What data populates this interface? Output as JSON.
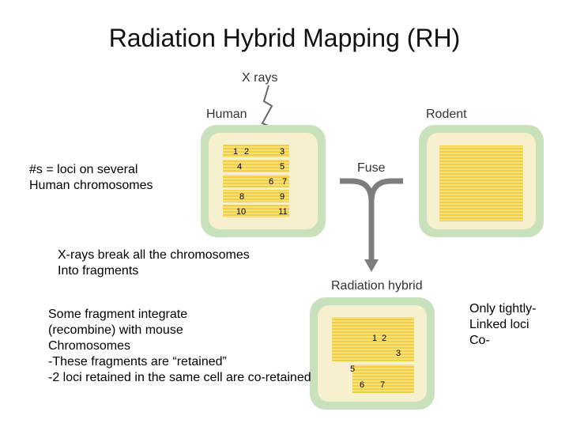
{
  "title": "Radiation Hybrid Mapping (RH)",
  "diagram": {
    "xrays_label": "X rays",
    "human_label": "Human",
    "rodent_label": "Rodent",
    "fuse_label": "Fuse",
    "radiation_hybrid_label": "Radiation hybrid",
    "human_loci": {
      "row1": [
        "1",
        "2",
        "3"
      ],
      "row2": [
        "4",
        "5"
      ],
      "row3": [
        "6",
        "7"
      ],
      "row4": [
        "8",
        "9"
      ],
      "row5": [
        "10",
        "11"
      ]
    },
    "hybrid_loci": [
      "1",
      "2",
      "3",
      "5",
      "6",
      "7"
    ]
  },
  "notes": {
    "loci": [
      "#s = loci on several",
      "Human chromosomes"
    ],
    "xray_break": [
      "X-rays break all the chromosomes",
      "Into fragments"
    ],
    "fragments": [
      "Some fragment integrate",
      "(recombine) with mouse",
      "Chromosomes",
      "-These fragments are “retained”",
      "-2 loci retained in the same cell are co-retained"
    ],
    "tightly_linked": [
      "Only tightly-",
      "Linked loci",
      "Co-"
    ]
  },
  "colors": {
    "cell_outer": "#c9e0bd",
    "cell_inner": "#f7f0cf",
    "chromosome": "#f2cf3c",
    "chromosome_stripe": "#fbe9a0",
    "connector": "#7d7d7d"
  }
}
